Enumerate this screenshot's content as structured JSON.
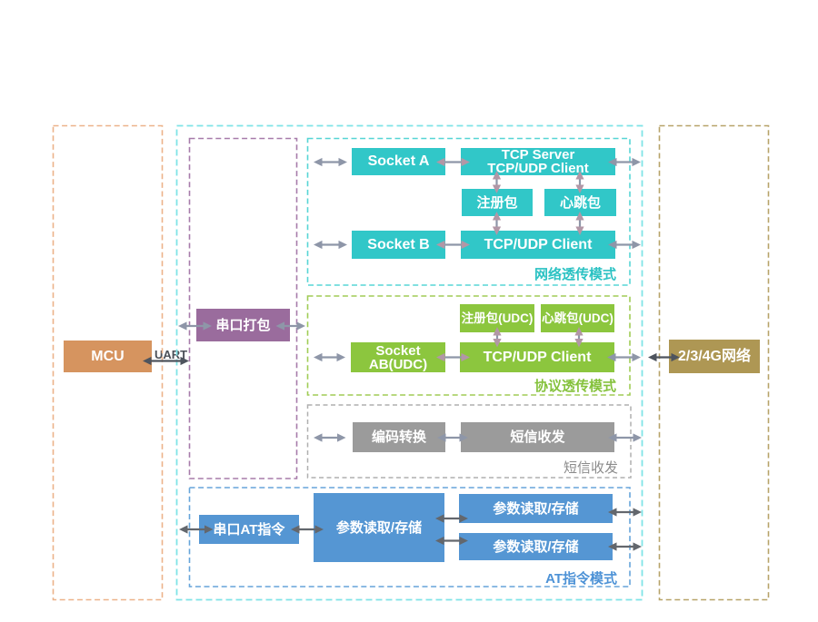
{
  "diagram": {
    "title": "module-operating-modes-diagram",
    "left_column": {
      "mcu_label": "MCU",
      "uart_label": "UART"
    },
    "module": {
      "serial_pack_label": "串口打包",
      "network_mode": {
        "label": "网络透传模式",
        "socket_a": "Socket A",
        "socket_b": "Socket B",
        "tcp_server_line1": "TCP Server",
        "tcp_server_line2": "TCP/UDP Client",
        "reg_packet": "注册包",
        "heartbeat_packet": "心跳包",
        "tcp_udp_client": "TCP/UDP Client"
      },
      "protocol_mode": {
        "label": "协议透传模式",
        "reg_packet_udc": "注册包(UDC)",
        "heartbeat_packet_udc": "心跳包(UDC)",
        "socket_ab_line1": "Socket",
        "socket_ab_line2": "AB(UDC)",
        "tcp_udp_client": "TCP/UDP Client"
      },
      "sms_mode": {
        "label": "短信收发",
        "encode_convert": "编码转换",
        "sms_send_receive": "短信收发"
      },
      "at_mode": {
        "label": "AT指令模式",
        "serial_at_command": "串口AT指令",
        "param_read_store_main": "参数读取/存储",
        "param_read_store_top": "参数读取/存储",
        "param_read_store_bottom": "参数读取/存储"
      }
    },
    "right_column": {
      "network_label": "2/3/4G网络"
    },
    "colors": {
      "teal_fill": "#31c7c8",
      "teal_dash": "#56d5d5",
      "teal_label": "#2bc2c3",
      "cyan_outer_dash": "#7fe4e7",
      "green_fill": "#8cc63e",
      "green_dash": "#a0cc55",
      "green_label": "#85c23c",
      "gray_fill": "#9b9b9b",
      "gray_dash": "#afafaf",
      "gray_label": "#8b8b8b",
      "blue_fill": "#5596d3",
      "blue_dash": "#66a4da",
      "blue_label": "#4d92d6",
      "purple_fill": "#9a6c9d",
      "purple_dash": "#a77baa",
      "orange_fill": "#d6945f",
      "orange_dash": "#ecb289",
      "tan_fill": "#ae9754",
      "tan_dash": "#b7a369",
      "arrow_gray_blue": "#8e96a8",
      "arrow_head_mauve": "#b297a6",
      "arrow_dark": "#63676d",
      "arrow_uart": "#4e545e"
    }
  }
}
